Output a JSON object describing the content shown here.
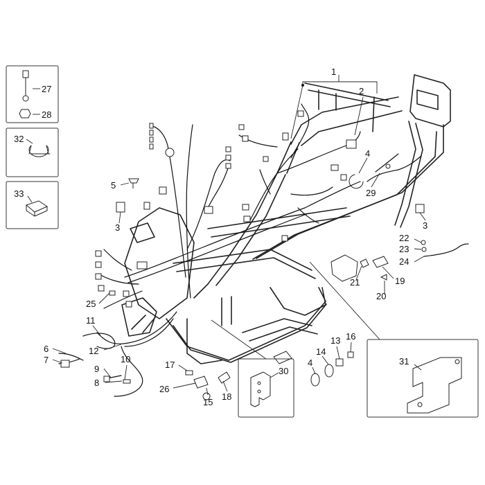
{
  "callouts": {
    "c1": "1",
    "c2": "2",
    "c3a": "3",
    "c3b": "3",
    "c4a": "4",
    "c4b": "4",
    "c5": "5",
    "c6": "6",
    "c7": "7",
    "c8": "8",
    "c9": "9",
    "c10": "10",
    "c11": "11",
    "c12": "12",
    "c13": "13",
    "c14": "14",
    "c15": "15",
    "c16": "16",
    "c17": "17",
    "c18": "18",
    "c19": "19",
    "c20": "20",
    "c21": "21",
    "c22": "22",
    "c23": "23",
    "c24": "24",
    "c25": "25",
    "c26": "26",
    "c27": "27",
    "c28": "28",
    "c29": "29",
    "c30": "30",
    "c31": "31",
    "c32": "32",
    "c33": "33"
  }
}
